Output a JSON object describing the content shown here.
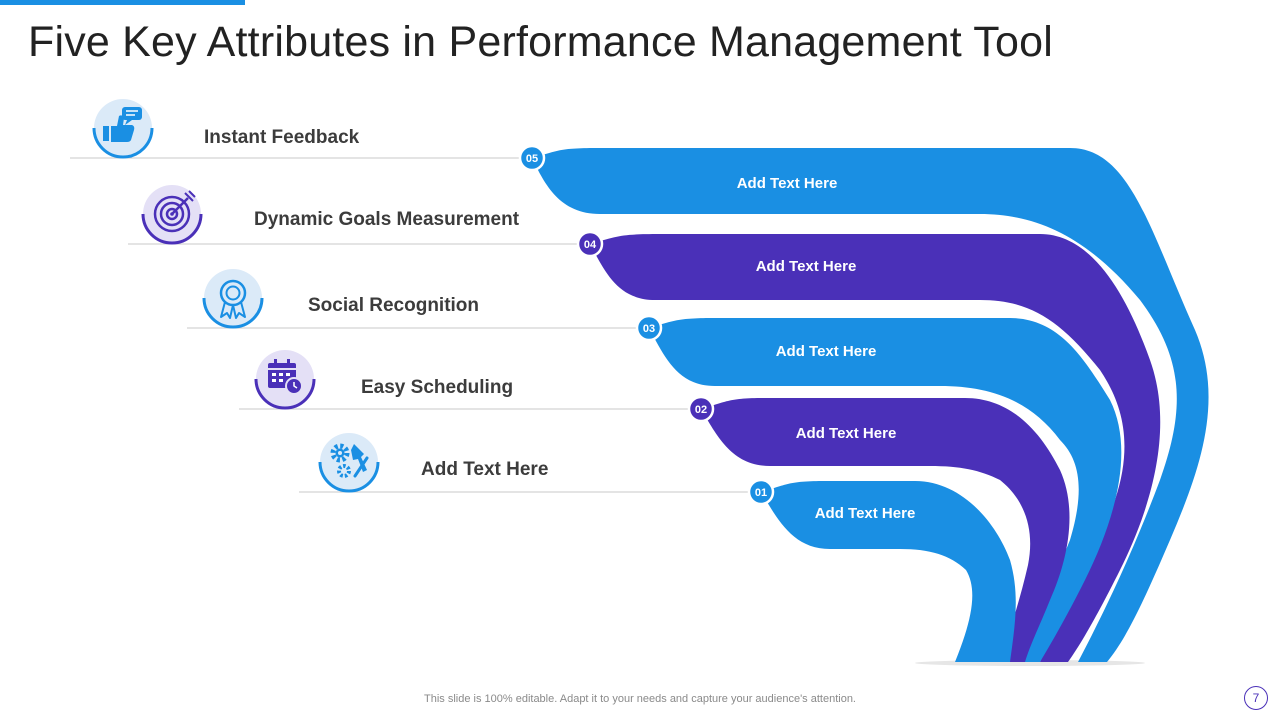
{
  "title": "Five Key Attributes in Performance Management Tool",
  "colors": {
    "blue": "#1a8fe3",
    "purple": "#4a30b8",
    "badge_outline": "#ffffff"
  },
  "attributes": [
    {
      "number": "05",
      "label": "Instant Feedback",
      "band_text": "Add Text Here",
      "icon": "thumbs-up-chat-icon",
      "color": "blue"
    },
    {
      "number": "04",
      "label": "Dynamic Goals Measurement",
      "band_text": "Add Text Here",
      "icon": "target-arrow-icon",
      "color": "purple"
    },
    {
      "number": "03",
      "label": "Social Recognition",
      "band_text": "Add Text Here",
      "icon": "award-ribbon-icon",
      "color": "blue"
    },
    {
      "number": "02",
      "label": "Easy Scheduling",
      "band_text": "Add Text Here",
      "icon": "calendar-clock-icon",
      "color": "purple"
    },
    {
      "number": "01",
      "label": "Add Text Here",
      "band_text": "Add Text Here",
      "icon": "gears-tools-icon",
      "color": "blue"
    }
  ],
  "footer": {
    "note": "This slide is 100% editable. Adapt it to your needs and capture your audience's attention.",
    "page_number": "7"
  }
}
